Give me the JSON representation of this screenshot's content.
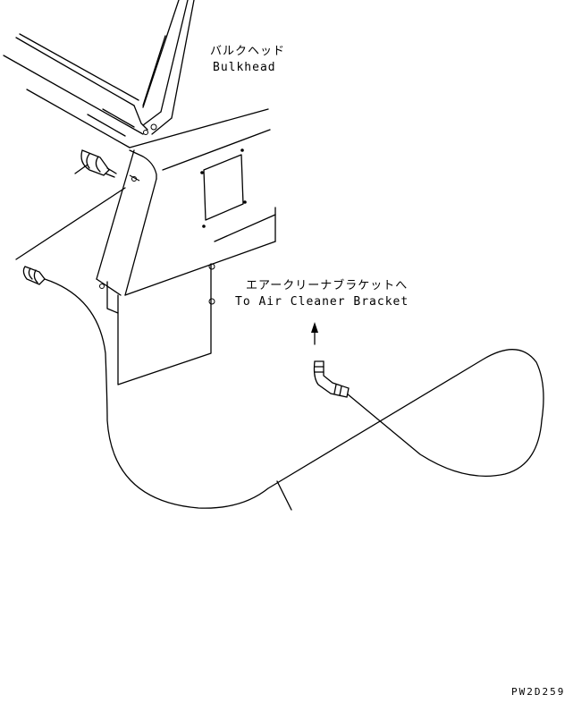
{
  "labels": {
    "bulkhead_jp": "バルクヘッド",
    "bulkhead_en": "Bulkhead",
    "bracket_jp": "エアークリーナブラケットへ",
    "bracket_en": "To Air Cleaner Bracket",
    "drawing_number": "PW2D259"
  }
}
